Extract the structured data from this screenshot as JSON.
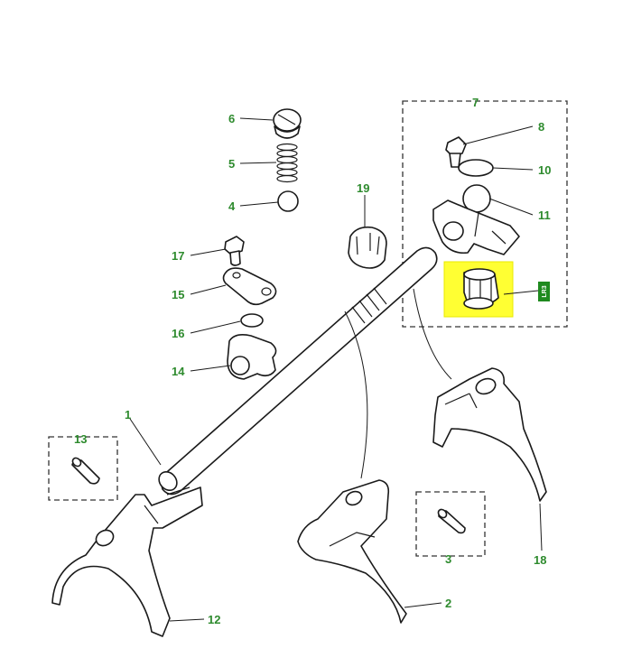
{
  "callouts": [
    {
      "id": "1",
      "text": "1"
    },
    {
      "id": "2",
      "text": "2"
    },
    {
      "id": "3",
      "text": "3"
    },
    {
      "id": "4",
      "text": "4"
    },
    {
      "id": "5",
      "text": "5"
    },
    {
      "id": "6",
      "text": "6"
    },
    {
      "id": "7",
      "text": "7"
    },
    {
      "id": "8",
      "text": "8"
    },
    {
      "id": "10",
      "text": "10"
    },
    {
      "id": "11",
      "text": "11"
    },
    {
      "id": "12",
      "text": "12"
    },
    {
      "id": "13",
      "text": "13"
    },
    {
      "id": "14",
      "text": "14"
    },
    {
      "id": "15",
      "text": "15"
    },
    {
      "id": "16",
      "text": "16"
    },
    {
      "id": "17",
      "text": "17"
    },
    {
      "id": "18",
      "text": "18"
    },
    {
      "id": "19",
      "text": "19"
    }
  ],
  "highlighted_part": {
    "badge": "LR3",
    "color": "#ffff33"
  },
  "colors": {
    "callout": "#2e8b2e",
    "line": "#1a1a1a",
    "highlight": "#ffff33",
    "badge": "#1f8a1f"
  }
}
